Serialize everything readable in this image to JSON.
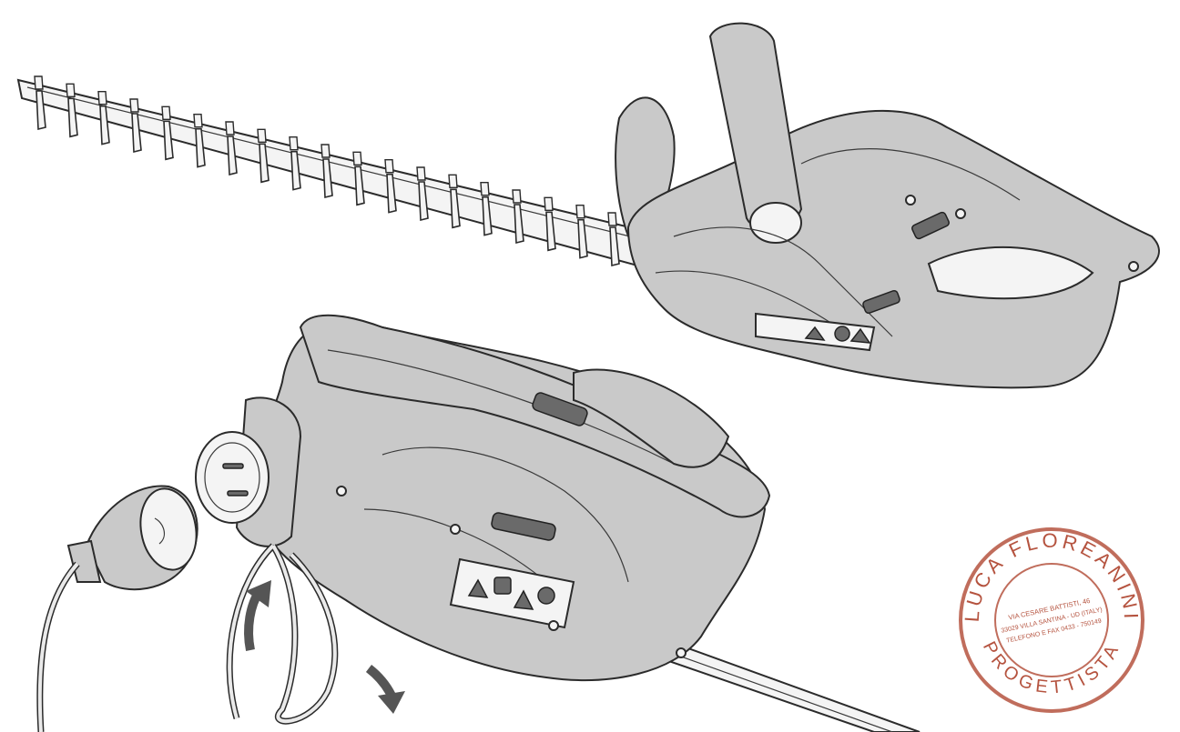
{
  "stamp": {
    "name": "LUCA FLOREANINI",
    "title": "PROGETTISTA",
    "address_line1": "VIA CESARE BATTISTI, 46",
    "address_line2": "33029 VILLA SANTINA - UD (ITALY)",
    "address_line3": "TELEFONO E FAX 0433 - 750149",
    "color": "#b5533f"
  },
  "icons": [
    "hedge-trimmer-top-icon",
    "hedge-trimmer-bottom-icon",
    "power-plug-icon",
    "rotate-arrow-up-icon",
    "rotate-arrow-down-icon"
  ]
}
